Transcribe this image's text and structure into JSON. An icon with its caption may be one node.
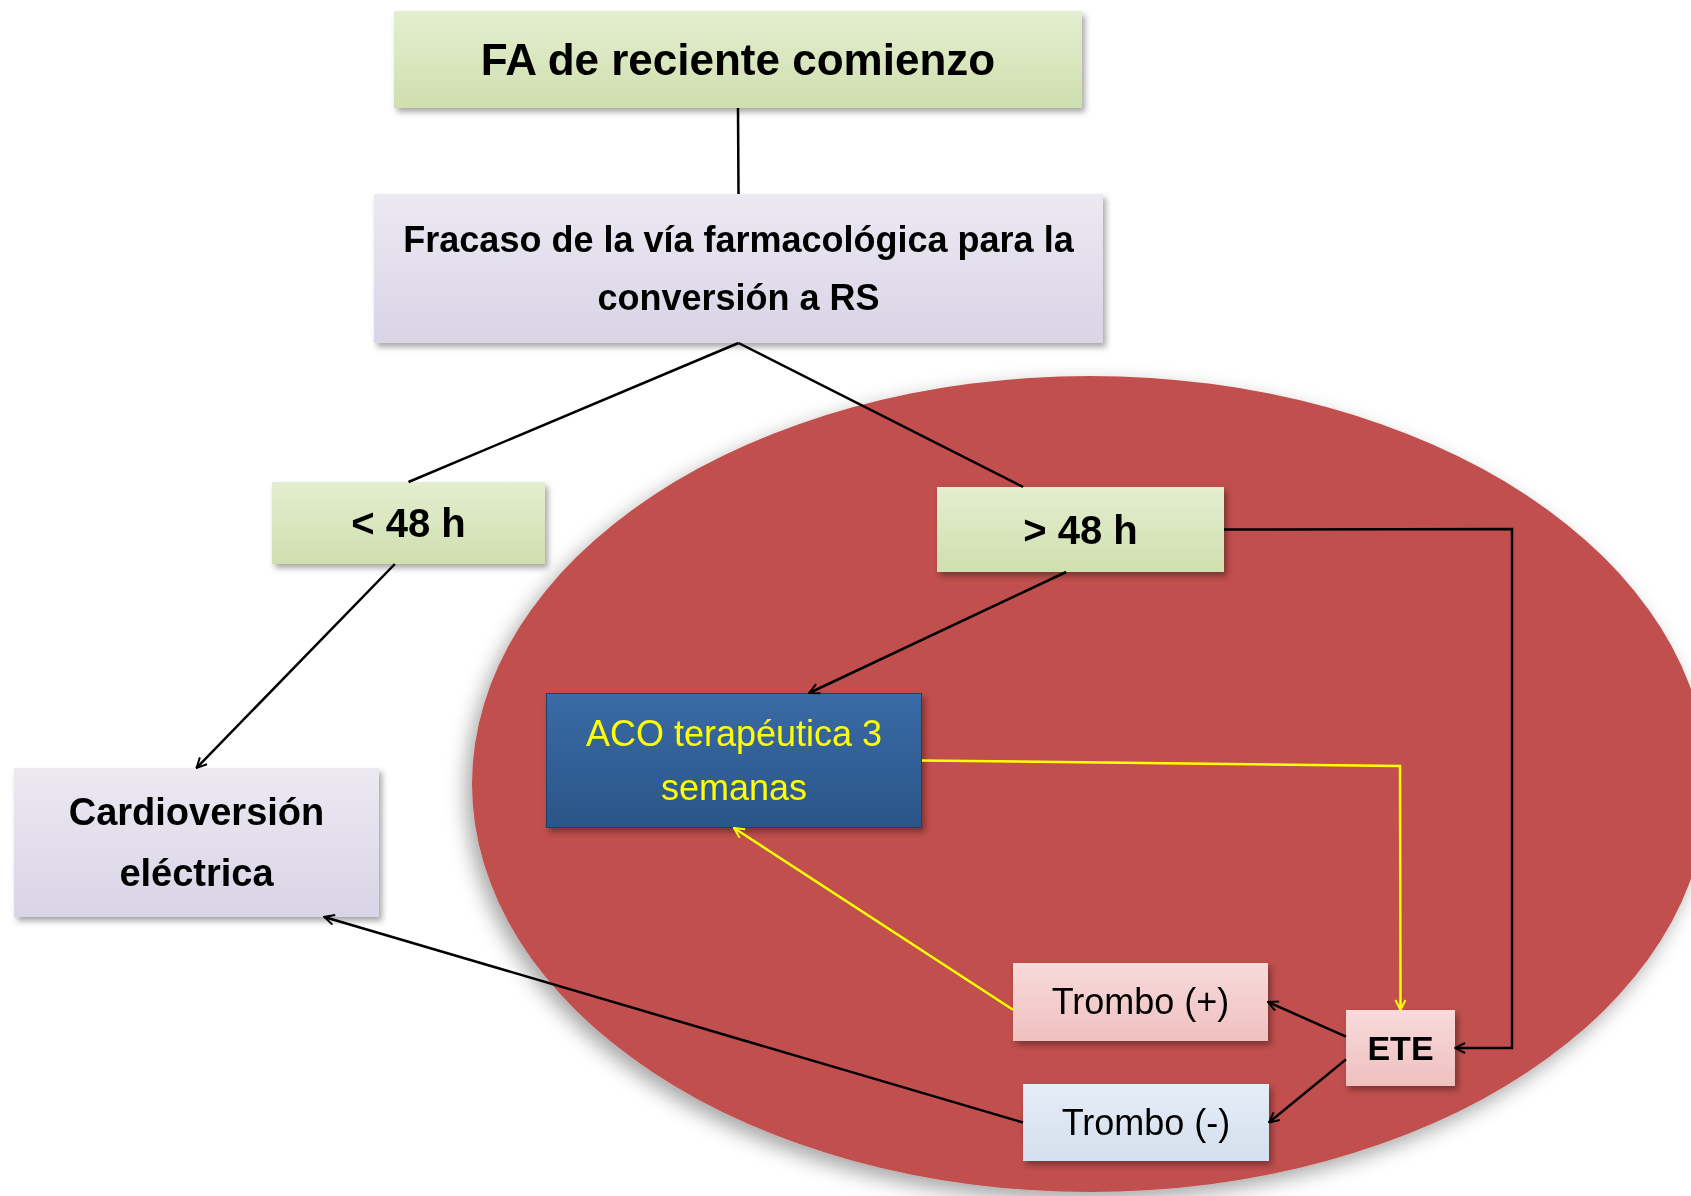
{
  "diagram": {
    "nodes": [
      {
        "text": [
          "FA de reciente comienzo"
        ]
      },
      {
        "text": [
          "Fracaso de la vía farmacológica para la conversión a RS"
        ]
      },
      {
        "text": [
          "< 48 h"
        ]
      },
      {
        "text": [
          "> 48 h"
        ]
      },
      {
        "text": [
          "ACO terapéutica 3 semanas"
        ]
      },
      {
        "text": [
          "Cardioversión eléctrica"
        ]
      },
      {
        "text": [
          "Trombo (+)"
        ]
      },
      {
        "text": [
          "ETE"
        ]
      },
      {
        "text": [
          "Trombo (-)"
        ]
      }
    ],
    "edges": [
      {
        "from": 0,
        "to": 1,
        "arrow": "none"
      },
      {
        "from": 1,
        "to": 2,
        "arrow": "none"
      },
      {
        "from": 1,
        "to": 3,
        "arrow": "none"
      },
      {
        "from": 2,
        "to": 5,
        "arrow": "to"
      },
      {
        "from": 3,
        "to": 4,
        "arrow": "to"
      },
      {
        "from": 3,
        "to": 7,
        "arrow": "to"
      },
      {
        "from": 4,
        "to": 7,
        "arrow": "to",
        "color": "#ffff00"
      },
      {
        "from": 7,
        "to": 6,
        "arrow": "to"
      },
      {
        "from": 7,
        "to": 8,
        "arrow": "to"
      },
      {
        "from": 6,
        "to": 4,
        "arrow": "to",
        "color": "#ffff00"
      },
      {
        "from": 8,
        "to": 5,
        "arrow": "to"
      }
    ]
  }
}
